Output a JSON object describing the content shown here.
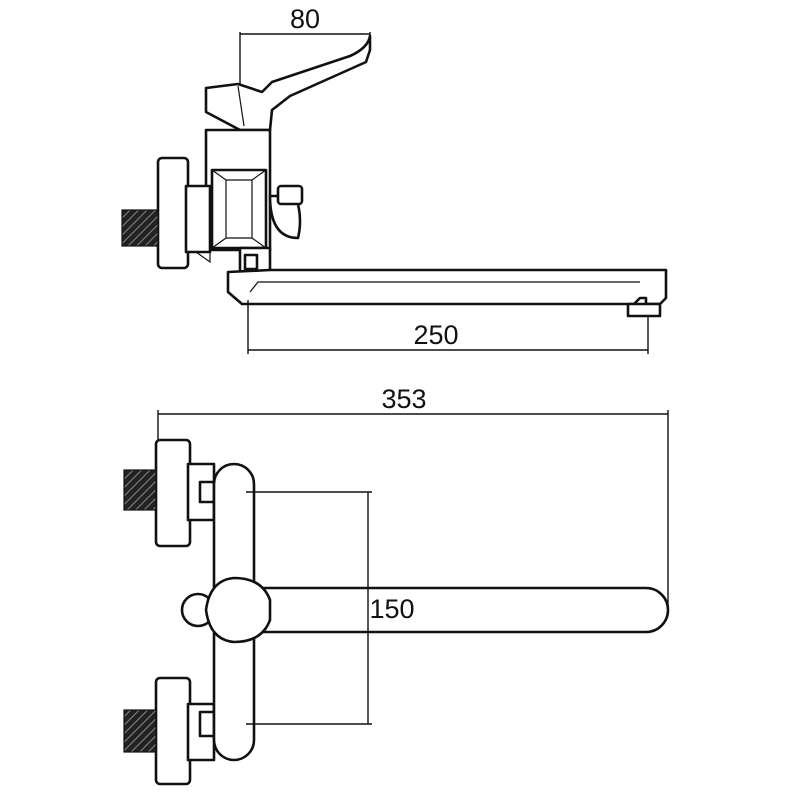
{
  "drawing": {
    "dimensions": {
      "handle_offset": "80",
      "spout_reach": "250",
      "overall_width": "353",
      "centre_distance": "150"
    }
  }
}
